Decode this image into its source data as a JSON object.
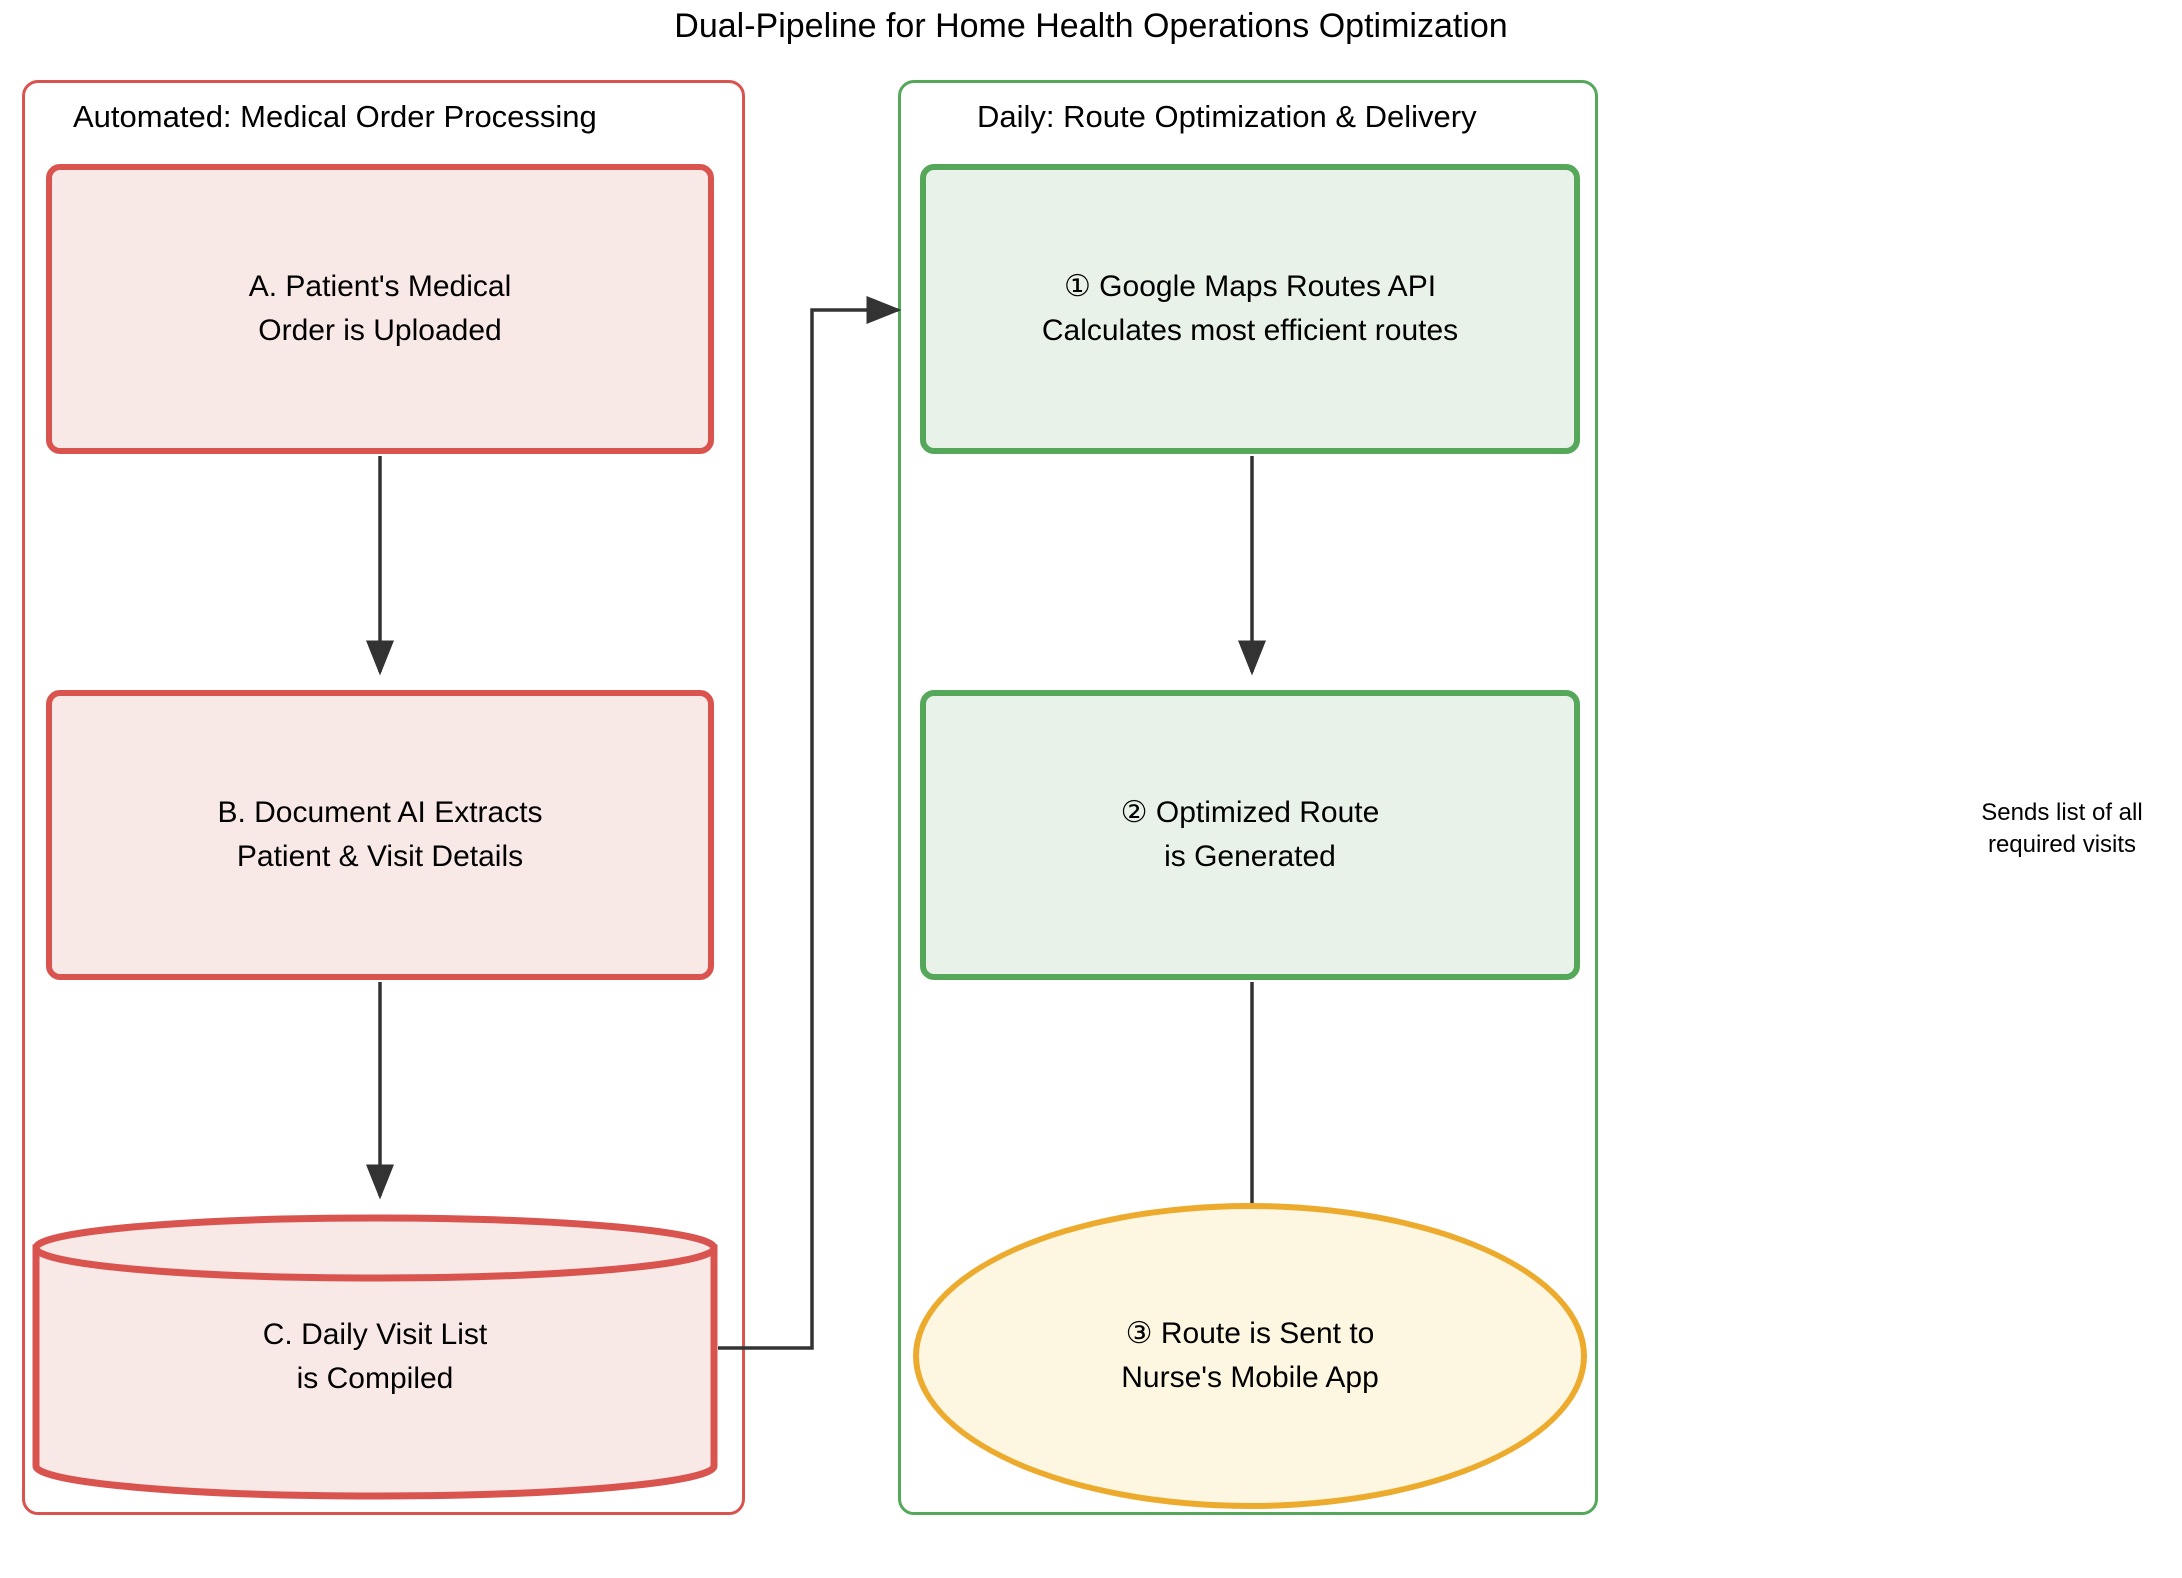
{
  "title": "Dual-Pipeline for Home Health Operations Optimization",
  "colors": {
    "red_border": "#d9534f",
    "red_fill": "#f8e8e6",
    "green_border": "#55a85a",
    "green_fill": "#e8f2e8",
    "orange_border": "#edab2e",
    "orange_fill": "#fdf6e0",
    "edge_stroke": "#333333",
    "background": "#ffffff"
  },
  "subgraphs": [
    {
      "id": "automated",
      "label": "Automated: Medical Order Processing",
      "accent": "#d9534f"
    },
    {
      "id": "daily",
      "label": "Daily: Route Optimization & Delivery",
      "accent": "#55a85a"
    }
  ],
  "nodes": [
    {
      "id": "A",
      "label": "A. Patient's Medical\nOrder is Uploaded",
      "shape": "rounded-rect",
      "group": "automated"
    },
    {
      "id": "B",
      "label": "B. Document AI Extracts\nPatient & Visit Details",
      "shape": "rounded-rect",
      "group": "automated"
    },
    {
      "id": "C",
      "label": "C. Daily Visit List\nis Compiled",
      "shape": "cylinder",
      "group": "automated"
    },
    {
      "id": "1",
      "label": "① Google Maps Routes API\nCalculates most efficient routes",
      "shape": "rounded-rect",
      "group": "daily"
    },
    {
      "id": "2",
      "label": "② Optimized Route\nis Generated",
      "shape": "rounded-rect",
      "group": "daily"
    },
    {
      "id": "3",
      "label": "③ Route is Sent to\nNurse's Mobile App",
      "shape": "ellipse",
      "group": "daily"
    }
  ],
  "edges": [
    {
      "from": "A",
      "to": "B",
      "label": ""
    },
    {
      "from": "B",
      "to": "C",
      "label": ""
    },
    {
      "from": "C",
      "to": "1",
      "label": "Sends list of all\nrequired visits"
    },
    {
      "from": "1",
      "to": "2",
      "label": ""
    },
    {
      "from": "2",
      "to": "3",
      "label": ""
    }
  ]
}
